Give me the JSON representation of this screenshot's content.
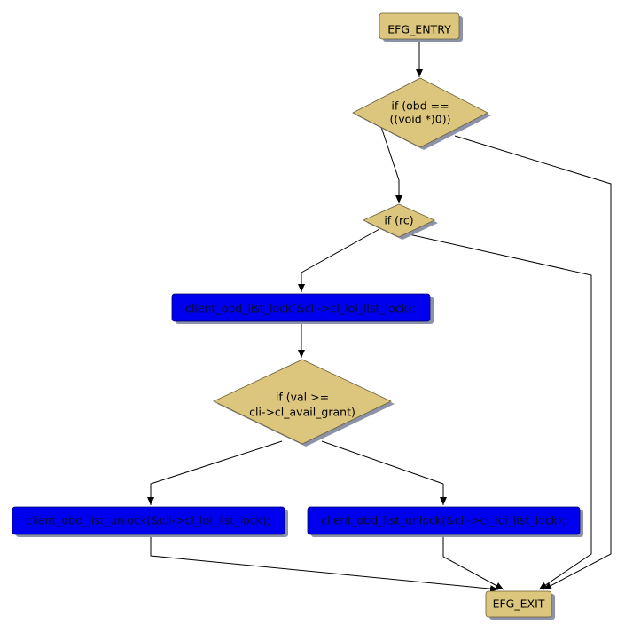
{
  "nodes": {
    "entry": {
      "label": "EFG_ENTRY"
    },
    "cond_obd": {
      "line1": "if (obd ==",
      "line2": "((void *)0))"
    },
    "cond_rc": {
      "label": "if (rc)"
    },
    "lock_call": {
      "label": "client_obd_list_lock(&cli->cl_loi_list_lock);"
    },
    "cond_val": {
      "line1": "if (val >=",
      "line2": "cli->cl_avail_grant)"
    },
    "unlock_left": {
      "label": "client_obd_list_unlock(&cli->cl_loi_list_lock);"
    },
    "unlock_right": {
      "label": "client_obd_list_unlock(&cli->cl_loi_list_lock);"
    },
    "exit": {
      "label": "EFG_EXIT"
    }
  },
  "colors": {
    "terminal_fill": "#dcc57c",
    "decision_fill": "#dcc57c",
    "action_fill": "#0000ee",
    "shadow": "#8c92a8"
  }
}
